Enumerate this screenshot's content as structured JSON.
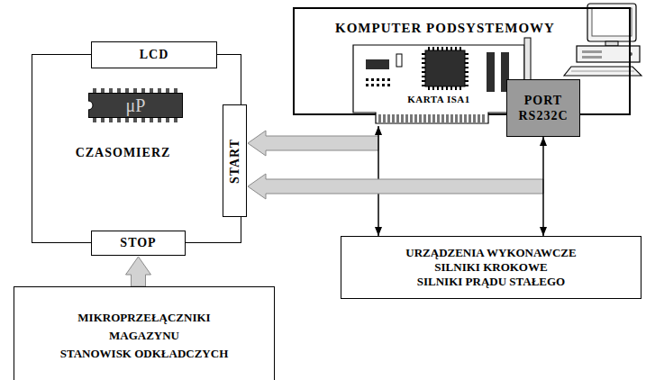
{
  "diagram": {
    "nodes": [
      {
        "text": [
          "KOMPUTER PODSYSTEMOWY"
        ]
      },
      {
        "text": [
          "KARTA ISA1"
        ],
        "in": 0
      },
      {
        "text": [
          "PORT RS232C"
        ],
        "in": 0
      },
      {
        "text": [
          "CZASOMIERZ"
        ]
      },
      {
        "text": [
          "LCD"
        ],
        "in": 3
      },
      {
        "text": [
          "μP"
        ],
        "in": 3
      },
      {
        "text": [
          "START"
        ],
        "in": 3
      },
      {
        "text": [
          "STOP"
        ],
        "in": 3
      },
      {
        "text": [
          "URZĄDZENIA WYKONAWCZE SILNIKI KROKOWE SILNIKI PRĄDU STAŁEGO"
        ]
      },
      {
        "text": [
          "MIKROPRZEŁĄCZNIKI MAGAZYNU STANOWISK ODKŁADCZYCH"
        ]
      }
    ],
    "edges": [
      {
        "from": 1,
        "to": 6,
        "arrow": "to"
      },
      {
        "from": 1,
        "to": 8,
        "arrow": "both"
      },
      {
        "from": 2,
        "to": 6,
        "arrow": "to"
      },
      {
        "from": 2,
        "to": 8,
        "arrow": "both"
      },
      {
        "from": 9,
        "to": 7,
        "arrow": "to"
      }
    ]
  }
}
